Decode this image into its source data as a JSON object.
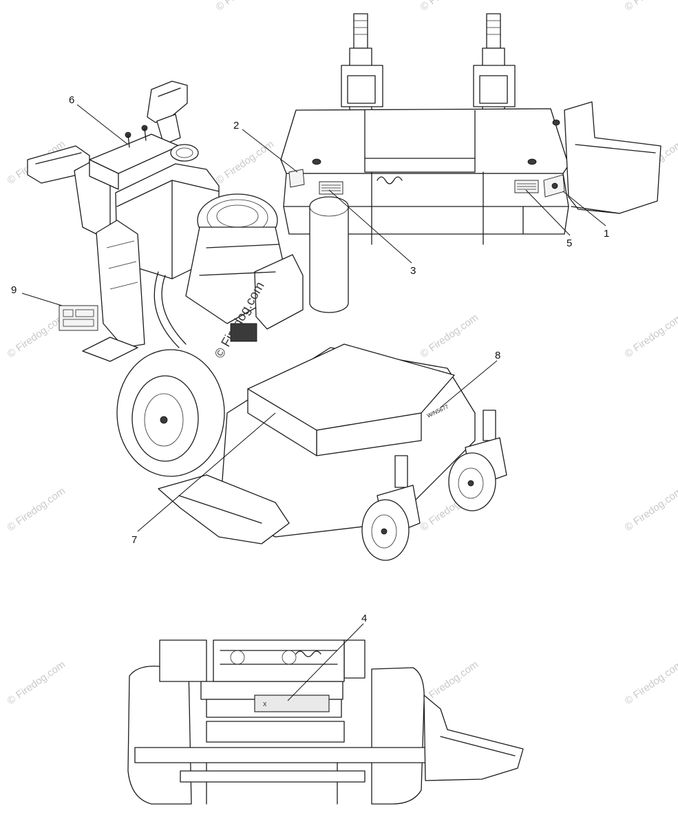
{
  "watermark": {
    "text": "© Firedog.com",
    "color": "#c9c9c9"
  },
  "callouts": [
    {
      "id": "1",
      "label": "1"
    },
    {
      "id": "2",
      "label": "2"
    },
    {
      "id": "3",
      "label": "3"
    },
    {
      "id": "4",
      "label": "4"
    },
    {
      "id": "5",
      "label": "5"
    },
    {
      "id": "6",
      "label": "6"
    },
    {
      "id": "7",
      "label": "7"
    },
    {
      "id": "8",
      "label": "8"
    },
    {
      "id": "9",
      "label": "9"
    }
  ],
  "decals": {
    "deck_side_text": "W/N5677",
    "belt_cover_marker": "X"
  },
  "line_color": "#1a1a1a"
}
